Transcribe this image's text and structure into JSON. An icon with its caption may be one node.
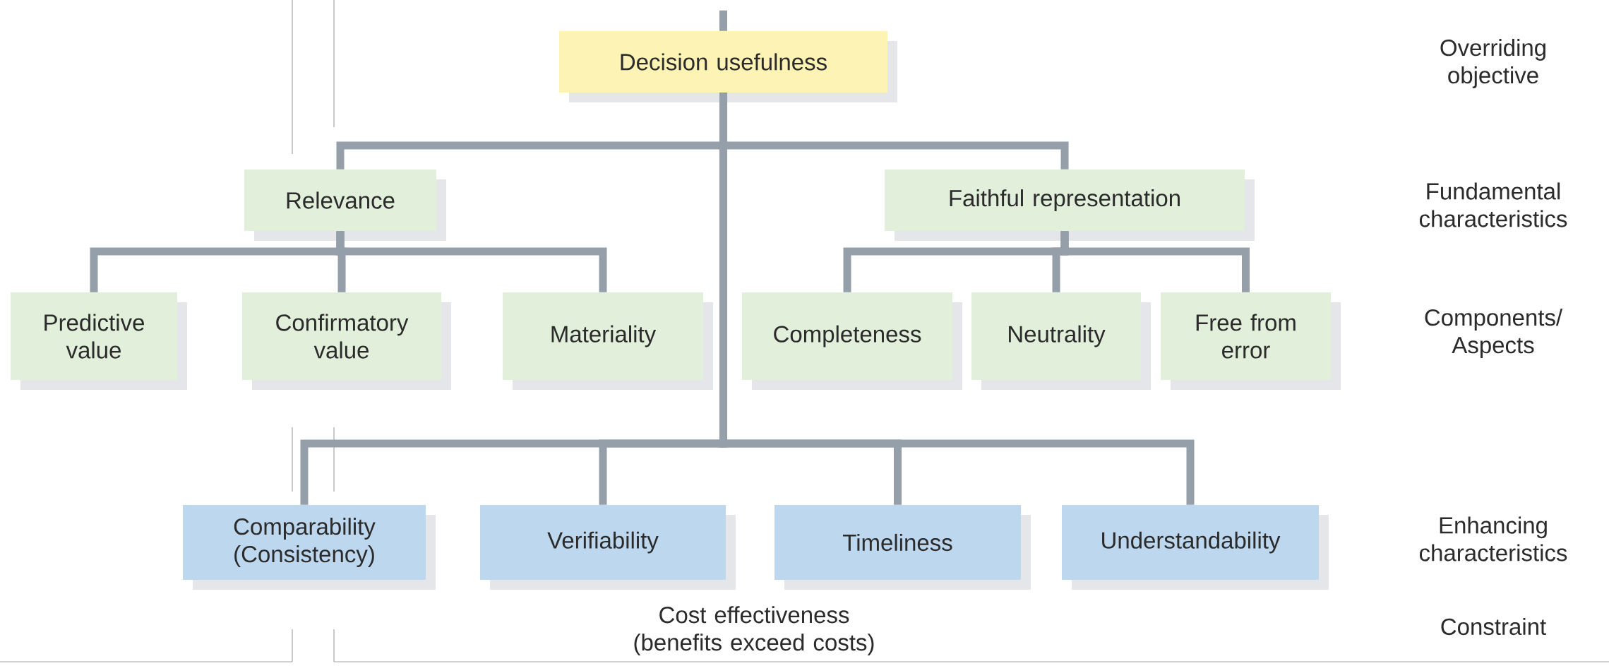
{
  "diagram": {
    "nodes": [
      {
        "text": [
          "Decision usefulness"
        ]
      },
      {
        "text": [
          "Relevance"
        ]
      },
      {
        "text": [
          "Faithful representation"
        ]
      },
      {
        "text": [
          "Predictive value"
        ]
      },
      {
        "text": [
          "Confirmatory value"
        ]
      },
      {
        "text": [
          "Materiality"
        ]
      },
      {
        "text": [
          "Completeness"
        ]
      },
      {
        "text": [
          "Neutrality"
        ]
      },
      {
        "text": [
          "Free from error"
        ]
      },
      {
        "text": [
          "Comparability (Consistency)"
        ]
      },
      {
        "text": [
          "Verifiability"
        ]
      },
      {
        "text": [
          "Timeliness"
        ]
      },
      {
        "text": [
          "Understandability"
        ]
      }
    ],
    "edges": [
      {
        "from": null,
        "to": 0,
        "arrow": "none"
      },
      {
        "from": 0,
        "to": 1,
        "arrow": "none"
      },
      {
        "from": 0,
        "to": 2,
        "arrow": "none"
      },
      {
        "from": 1,
        "to": 3,
        "arrow": "none"
      },
      {
        "from": 1,
        "to": 4,
        "arrow": "none"
      },
      {
        "from": 1,
        "to": 5,
        "arrow": "none"
      },
      {
        "from": 2,
        "to": 6,
        "arrow": "none"
      },
      {
        "from": 2,
        "to": 7,
        "arrow": "none"
      },
      {
        "from": 2,
        "to": 8,
        "arrow": "none"
      },
      {
        "from": 0,
        "to": 9,
        "arrow": "none"
      },
      {
        "from": 0,
        "to": 10,
        "arrow": "none"
      },
      {
        "from": 0,
        "to": 11,
        "arrow": "none"
      },
      {
        "from": 0,
        "to": 12,
        "arrow": "none"
      }
    ],
    "labels": [
      "Overriding objective",
      "Fundamental characteristics",
      "Components/ Aspects",
      "Enhancing characteristics",
      "Cost effectiveness (benefits exceed costs)",
      "Constraint"
    ]
  }
}
